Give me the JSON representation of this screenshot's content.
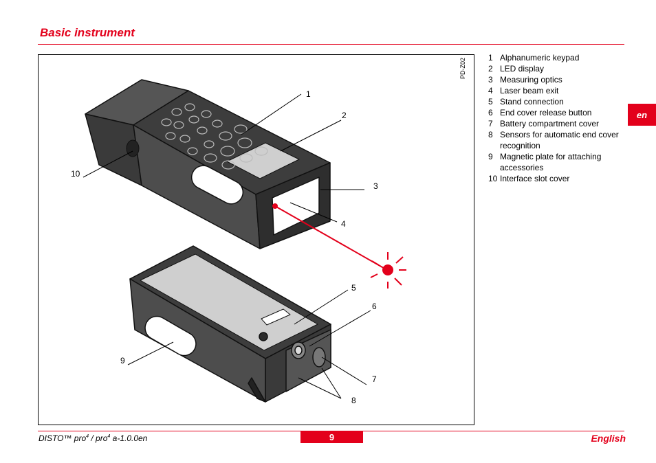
{
  "header": {
    "title": "Basic instrument"
  },
  "figure": {
    "code": "PD-Z02",
    "callouts": [
      "1",
      "2",
      "3",
      "4",
      "5",
      "6",
      "7",
      "8",
      "9",
      "10"
    ]
  },
  "legend": [
    {
      "n": "1",
      "text": "Alphanumeric keypad"
    },
    {
      "n": "2",
      "text": "LED display"
    },
    {
      "n": "3",
      "text": "Measuring optics"
    },
    {
      "n": "4",
      "text": "Laser beam exit"
    },
    {
      "n": "5",
      "text": "Stand connection"
    },
    {
      "n": "6",
      "text": "End cover release button"
    },
    {
      "n": "7",
      "text": "Battery compartment cover"
    },
    {
      "n": "8",
      "text": "Sensors for automatic end cover recognition"
    },
    {
      "n": "9",
      "text": "Magnetic plate for attaching accessories"
    },
    {
      "n": "10",
      "text": "Interface slot cover"
    }
  ],
  "lang_tab": "en",
  "footer": {
    "product": "DISTO™  pro",
    "sup1": "4",
    "sep": " / pro",
    "sup2": "4",
    "version": " a-1.0.0en",
    "page": "9",
    "language": "English"
  },
  "colors": {
    "accent": "#e3001b",
    "device_body": "#4a4a4a",
    "device_dark": "#2b2b2b",
    "panel": "#cfcfcf"
  }
}
